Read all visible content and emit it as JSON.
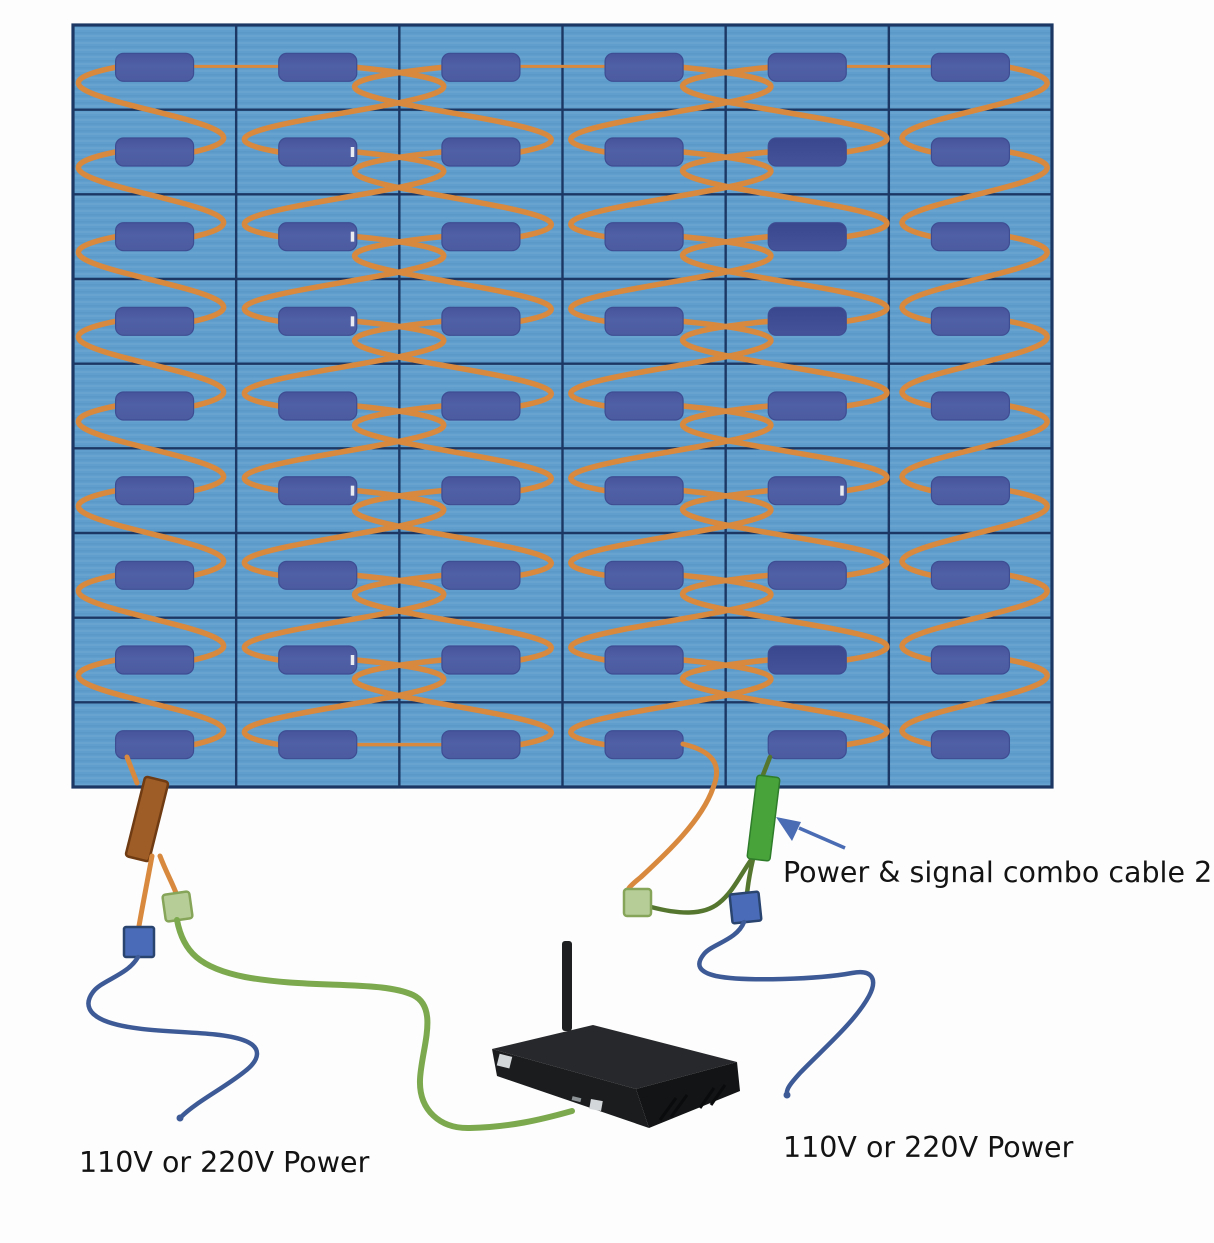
{
  "diagram": {
    "labels": {
      "combo_cable": "Power & signal combo cable 2",
      "power_left": "110V or 220V Power",
      "power_right": "110V or 220V Power"
    },
    "panel": {
      "rows": 9,
      "columns": 6,
      "modules_total": 54,
      "top_row_linked_column_pairs": [
        [
          1,
          2
        ],
        [
          3,
          4
        ],
        [
          5,
          6
        ]
      ],
      "bottom_row_linked_column_pair": [
        2,
        3
      ]
    },
    "colors": {
      "panel_bg": "#5f9ecd",
      "grid_line": "#1c3763",
      "module_edge": "#3e4d92",
      "cable_orange": "#d8893e",
      "cable_green": "#7ca94d",
      "cable_olive": "#55762f",
      "cable_navy": "#3d5a96",
      "connector_brown": "#9e5c26",
      "connector_brown_edge": "#6f3b12",
      "connector_green": "#48a33b",
      "connector_green_edge": "#2f7d2a",
      "square_blue": "#4a6cb8",
      "square_blue_edge": "#2a4470",
      "square_sage": "#b7cd98",
      "square_sage_edge": "#86a558",
      "arrow": "#4a6cb4",
      "box_top": "#26282b",
      "box_front": "#1a1c1e",
      "box_side": "#121415",
      "label_text": "#131313"
    }
  }
}
